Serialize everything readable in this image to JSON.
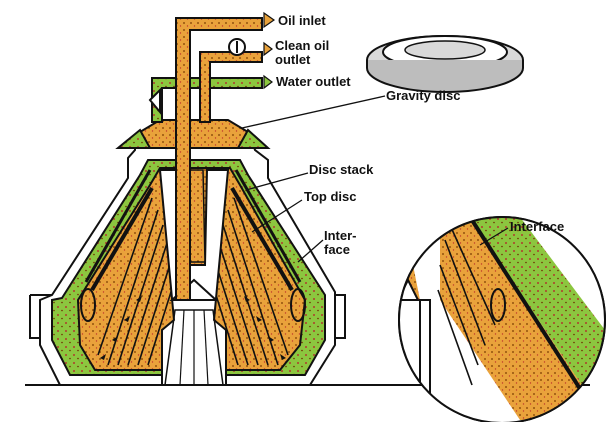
{
  "labels": {
    "oil_inlet": "Oil inlet",
    "clean_oil_outlet_line1": "Clean oil",
    "clean_oil_outlet_line2": "outlet",
    "water_outlet": "Water outlet",
    "gravity_disc": "Gravity disc",
    "disc_stack": "Disc stack",
    "top_disc": "Top disc",
    "interface_line1": "Inter-",
    "interface_line2": "face",
    "interface_detail": "Interface"
  },
  "colors": {
    "oil": "#E9A23B",
    "water": "#8CC63F",
    "outline": "#111111",
    "background": "#FFFFFF",
    "gravity_disc": "#D9D9D9"
  }
}
